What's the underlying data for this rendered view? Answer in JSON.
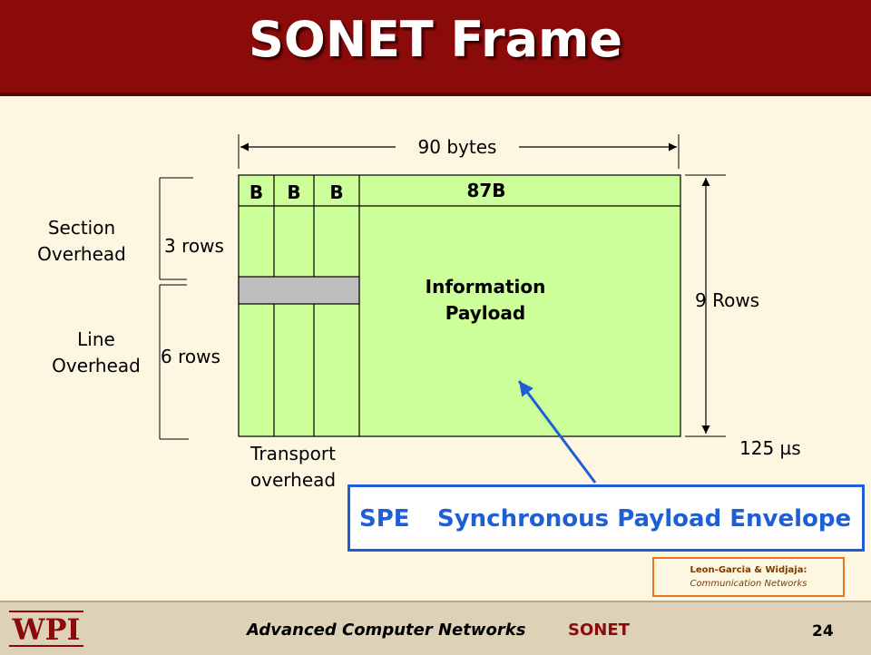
{
  "slide": {
    "title": "SONET Frame"
  },
  "diagram": {
    "width_label": "90 bytes",
    "byte_labels": [
      "B",
      "B",
      "B"
    ],
    "payload_columns_label": "87B",
    "payload_label_line1": "Information",
    "payload_label_line2": "Payload",
    "section_overhead_line1": "Section",
    "section_overhead_line2": "Overhead",
    "section_rows": "3 rows",
    "line_overhead_line1": "Line",
    "line_overhead_line2": "Overhead",
    "line_rows": "6 rows",
    "transport_overhead_line1": "Transport",
    "transport_overhead_line2": "overhead",
    "frame_rows": "9 Rows",
    "frame_time": "125 µs"
  },
  "callout": {
    "abbreviation": "SPE",
    "full_name": "Synchronous Payload Envelope"
  },
  "credit": {
    "authors": "Leon-Garcia & Widjaja:",
    "book": "Communication Networks"
  },
  "footer": {
    "logo_text": "WPI",
    "course": "Advanced Computer Networks",
    "topic": "SONET",
    "page_number": "24"
  },
  "colors": {
    "header": "#8b0a0a",
    "frame_fill": "#ccff99",
    "overhead_bar": "#bdbdbd",
    "callout": "#1f5fd6",
    "credit_border": "#e8761a",
    "background": "#fdf7e2"
  }
}
